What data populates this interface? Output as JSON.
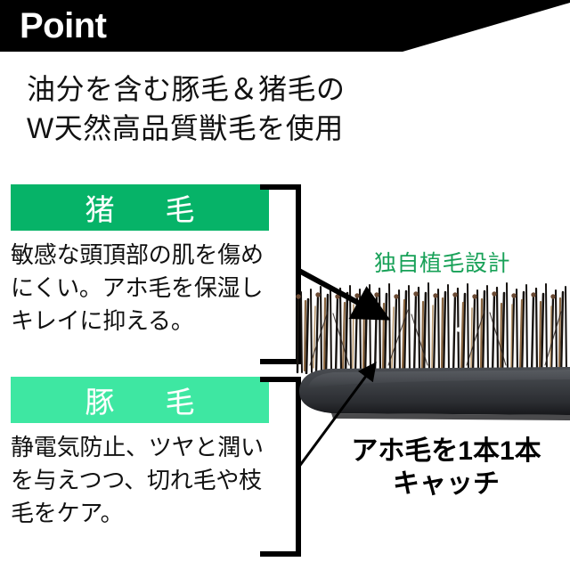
{
  "header": {
    "title": "Point",
    "background_color": "#000000",
    "text_color": "#ffffff"
  },
  "lead": {
    "line1": "油分を含む豚毛＆猪毛の",
    "line2": "W天然高品質獣毛を使用"
  },
  "features": [
    {
      "label": "猪　毛",
      "label_color": "#06b368",
      "body": "敏感な頭頂部の肌を傷めにくい。アホ毛を保湿しキレイに抑える。"
    },
    {
      "label": "豚　毛",
      "label_color": "#3ee7a2",
      "body": "静電気防止、ツヤと潤いを与えつつ、切れ毛や枝毛をケア。"
    }
  ],
  "product": {
    "caption_green": "独自植毛設計",
    "caption_green_color": "#18a158",
    "caption_bottom_line1": "アホ毛を1本1本",
    "caption_bottom_line2": "キャッチ",
    "bristle_dark_color": "#16120f",
    "bristle_tan_color": "#9a7249",
    "base_color": "#3a3c40"
  }
}
